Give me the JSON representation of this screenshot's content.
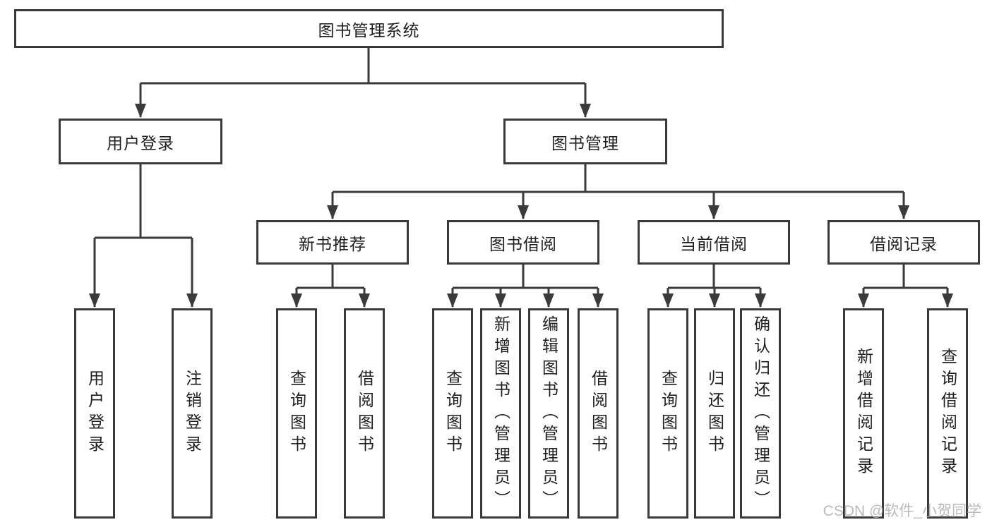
{
  "diagram": {
    "title": "图书管理系统",
    "branches": [
      {
        "label": "用户登录",
        "children": [
          "用户登录",
          "注销登录"
        ]
      },
      {
        "label": "图书管理",
        "sections": [
          {
            "label": "新书推荐",
            "children": [
              "查询图书",
              "借阅图书"
            ]
          },
          {
            "label": "图书借阅",
            "children": [
              "查询图书",
              "新增图书（管理员）",
              "编辑图书（管理员）",
              "借阅图书"
            ]
          },
          {
            "label": "当前借阅",
            "children": [
              "查询图书",
              "归还图书",
              "确认归还（管理员）"
            ]
          },
          {
            "label": "借阅记录",
            "children": [
              "新增借阅记录",
              "查询借阅记录"
            ]
          }
        ]
      }
    ]
  },
  "watermark": "CSDN @软件_小贺同学",
  "colors": {
    "line": "#3a3a3a",
    "text": "#1f1f1f",
    "watermark_gray": "#a9a9a9",
    "background": "#ffffff"
  }
}
